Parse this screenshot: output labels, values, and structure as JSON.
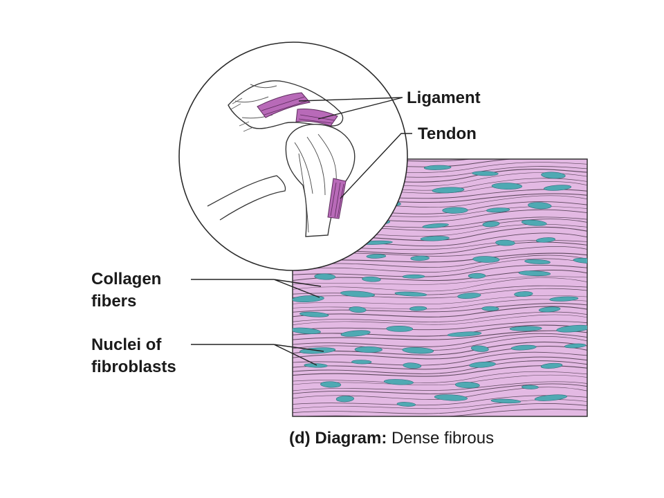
{
  "figure": {
    "labels": {
      "ligament": "Ligament",
      "tendon": "Tendon",
      "collagen_line1": "Collagen",
      "collagen_line2": "fibers",
      "nuclei_line1": "Nuclei of",
      "nuclei_line2": "fibroblasts"
    },
    "caption": {
      "prefix": "(d) Diagram:",
      "text": "Dense fibrous"
    },
    "colors": {
      "tissue": "#e3b9e3",
      "fiber_line": "#3a2a3a",
      "nucleus": "#4fa9b3",
      "ligament_tint": "#b86ab8",
      "outline": "#333333"
    }
  }
}
